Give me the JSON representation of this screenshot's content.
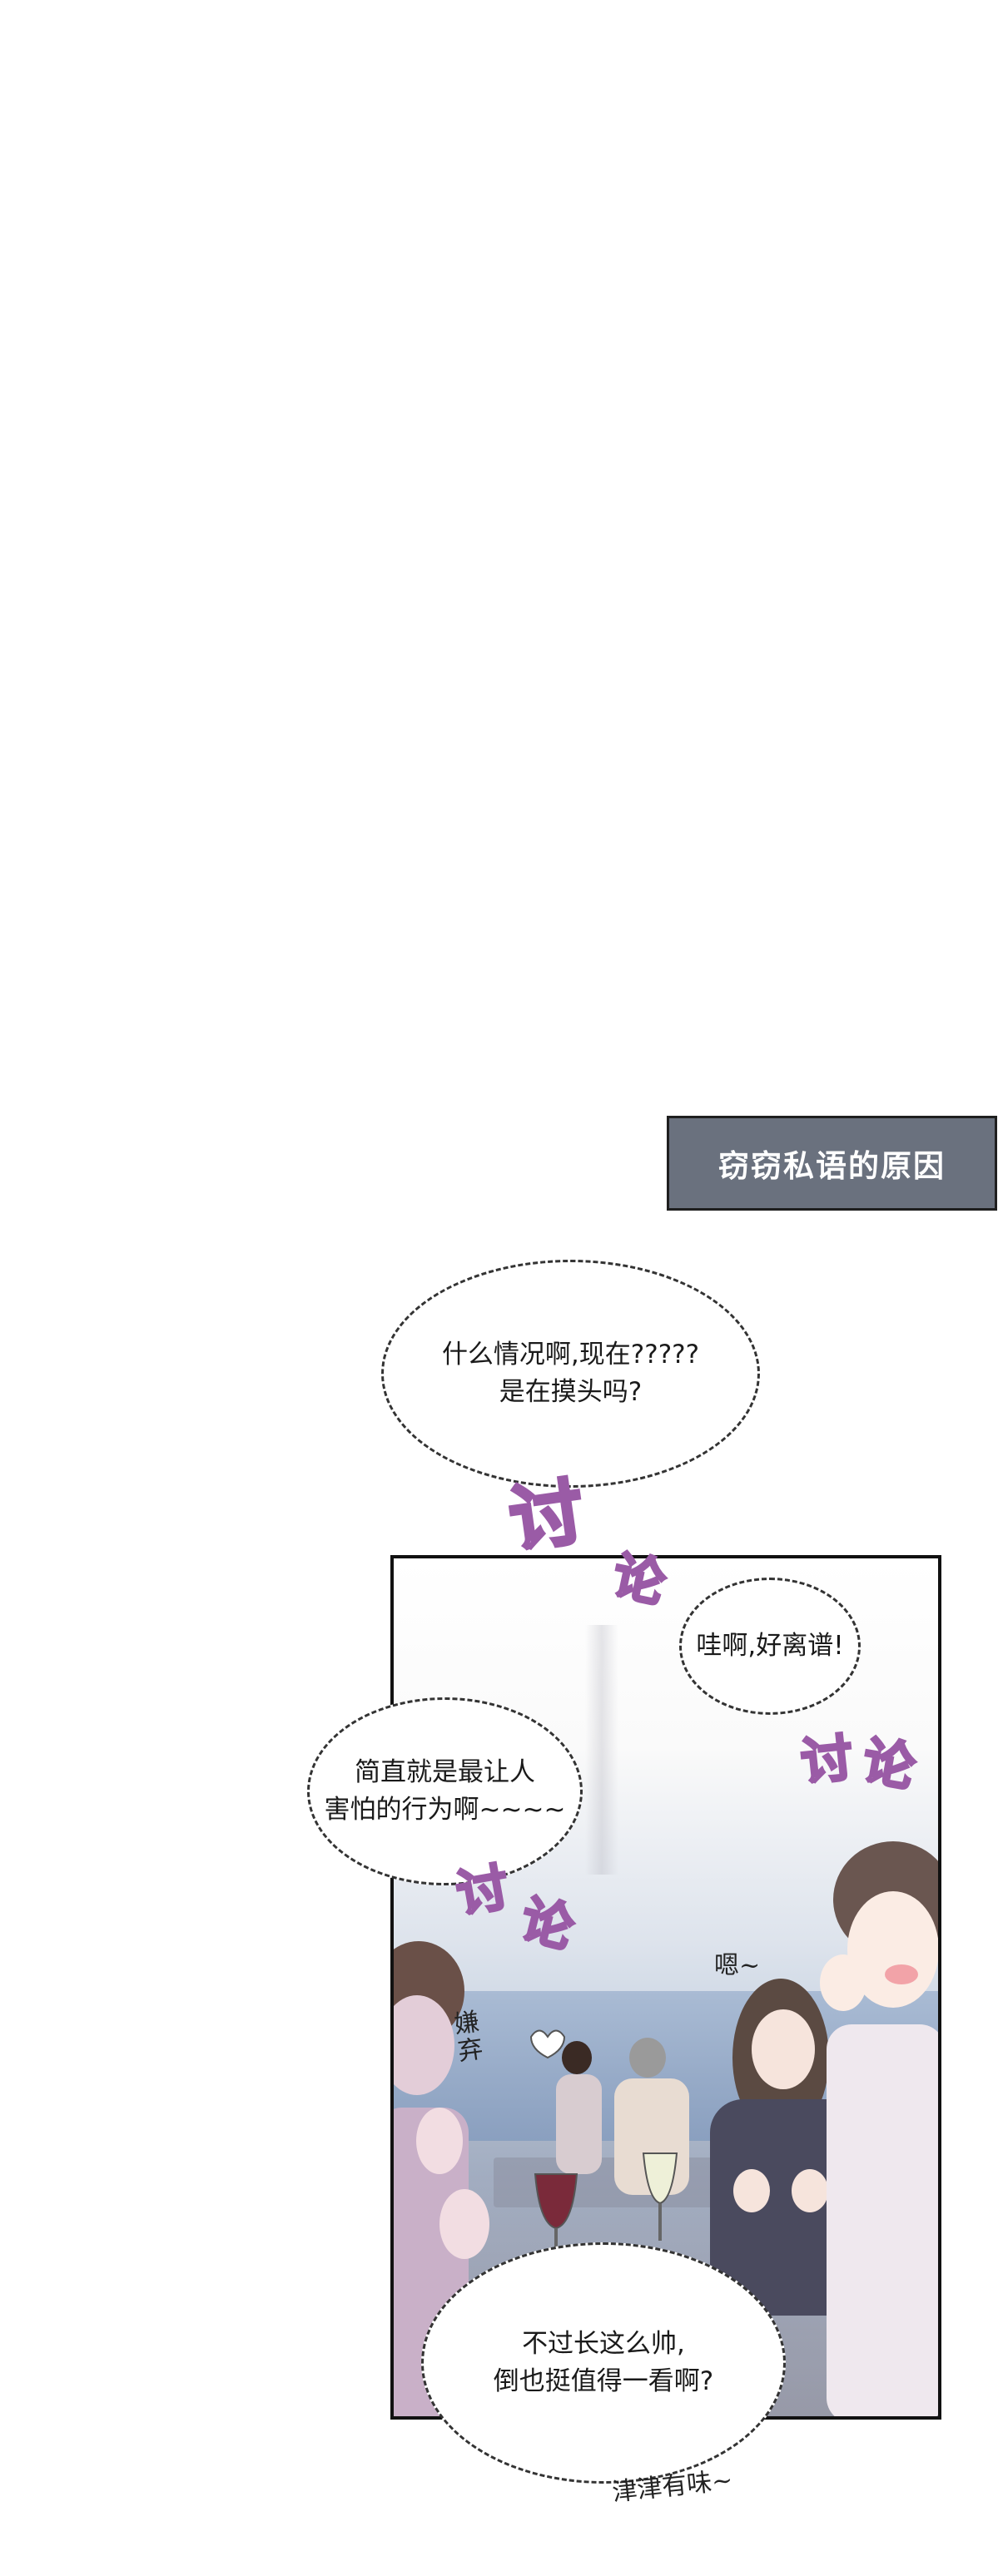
{
  "caption": {
    "text": "窃窃私语的原因"
  },
  "bubbles": {
    "top": {
      "line1": "什么情况啊,现在?????",
      "line2": "是在摸头吗?"
    },
    "right": {
      "text": "哇啊,好离谱!"
    },
    "left": {
      "line1": "简直就是最让人",
      "line2": "害怕的行为啊~~~~"
    },
    "bottom": {
      "line1": "不过长这么帅,",
      "line2": "倒也挺值得一看啊?"
    }
  },
  "sfx": {
    "discuss_1a": "讨",
    "discuss_1b": "论",
    "discuss_2a": "讨",
    "discuss_2b": "论",
    "discuss_3a": "讨",
    "discuss_3b": "论"
  },
  "notes": {
    "hmm": "嗯~",
    "disgust": "嫌弃",
    "relish": "津津有味~"
  },
  "colors": {
    "caption_bg": "#6a717e",
    "sfx_fill": "#ddb4e6",
    "sfx_stroke": "#9a5ba6"
  }
}
